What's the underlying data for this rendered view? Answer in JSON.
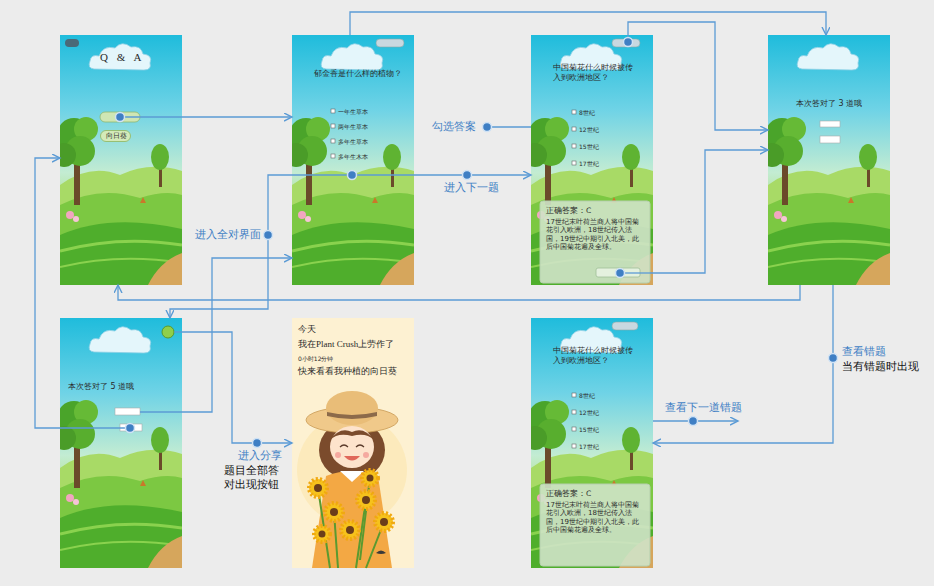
{
  "diagram": {
    "nodes": [
      {
        "text": [
          "Q & A"
        ]
      },
      {
        "text": [
          "向日葵"
        ],
        "in": 0
      },
      {
        "text": [
          "郁金香是什么样的植物？",
          "一年生草本",
          "两年生草本",
          "多年生草本",
          "多年生木本"
        ]
      },
      {
        "text": [
          "中国菊花什么时候被传入到欧洲地区？",
          "8世纪",
          "12世纪",
          "15世纪",
          "17世纪"
        ]
      },
      {
        "text": [
          "正确答案：C",
          "17世纪末叶荷兰商人将中国菊花引入欧洲，18世纪传入法国，19世纪中期引入北美，此后中国菊花遍及全球。"
        ],
        "in": 3
      },
      {
        "text": [
          "本次答对了 3 道哦"
        ]
      },
      {
        "text": [
          "本次答对了 5 道哦"
        ]
      },
      {
        "text": [
          "今天",
          "我在Plant Crush上劳作了",
          "0小时12分钟",
          "快来看看我种植的向日葵"
        ]
      },
      {
        "text": [
          "中国菊花什么时候被传入到欧洲地区？",
          "8世纪",
          "12世纪",
          "15世纪",
          "17世纪"
        ]
      },
      {
        "text": [
          "正确答案：C",
          "17世纪末叶荷兰商人将中国菊花引入欧洲，18世纪传入法国，19世纪中期引入北美，此后中国菊花遍及全球。"
        ],
        "in": 8
      }
    ],
    "edges": [
      {
        "from": 0,
        "to": 2,
        "arrow": "to"
      },
      {
        "from": 2,
        "to": 3,
        "label": "进入下一题",
        "arrow": "to"
      },
      {
        "from": 4,
        "to": 5,
        "arrow": "to"
      },
      {
        "from": 3,
        "to": 5,
        "arrow": "to"
      },
      {
        "from": 2,
        "to": 5,
        "arrow": "to"
      },
      {
        "from": 5,
        "to": 0,
        "arrow": "to"
      },
      {
        "from": 2,
        "to": 6,
        "label": "进入全对界面",
        "arrow": "to"
      },
      {
        "from": 6,
        "to": 0,
        "arrow": "to"
      },
      {
        "from": 6,
        "to": 2,
        "arrow": "to"
      },
      {
        "from": 6,
        "to": 7,
        "label": "进入分享",
        "arrow": "to"
      },
      {
        "from": 5,
        "to": 8,
        "label": "查看错题",
        "arrow": "to"
      }
    ],
    "labels": [
      "勾选答案",
      "题目全部答对出现按钮",
      "当有错题时出现",
      "查看下一道错题"
    ]
  }
}
